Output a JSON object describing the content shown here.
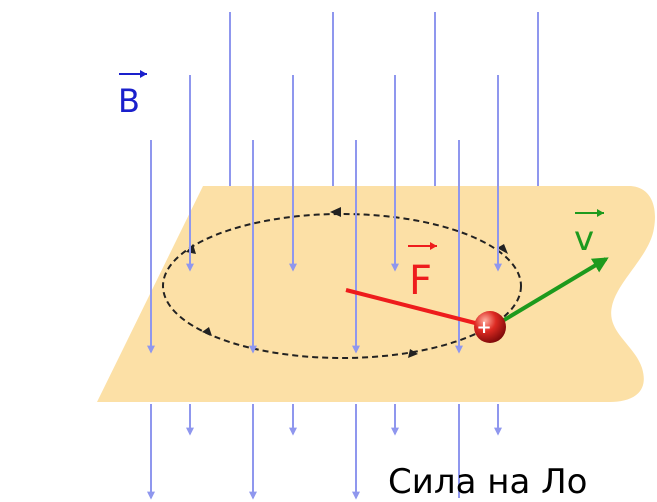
{
  "labels": {
    "field": "B",
    "force": "F",
    "velocity": "v",
    "charge_sign": "+"
  },
  "caption": "Сила на Ло",
  "colors": {
    "plane": "#fce0a6",
    "field": "#8f97ee",
    "field_label": "#1a20cc",
    "force": "#ee1c1c",
    "velocity": "#1d9a1d",
    "orbit": "#222222",
    "charge": "#cc2020"
  }
}
